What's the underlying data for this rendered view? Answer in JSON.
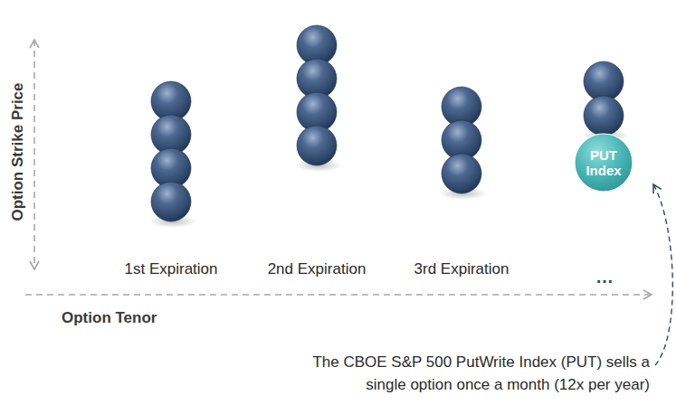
{
  "diagram": {
    "nodes": [
      {
        "text": [
          "PUT Index"
        ]
      }
    ],
    "edges": [],
    "labels": [
      "Option Strike Price",
      "Option Tenor",
      "1st Expiration",
      "2nd Expiration",
      "3rd Expiration",
      "…",
      "The CBOE S&P 500 PutWrite Index (PUT) sells a single option once a month (12x per year)"
    ]
  }
}
